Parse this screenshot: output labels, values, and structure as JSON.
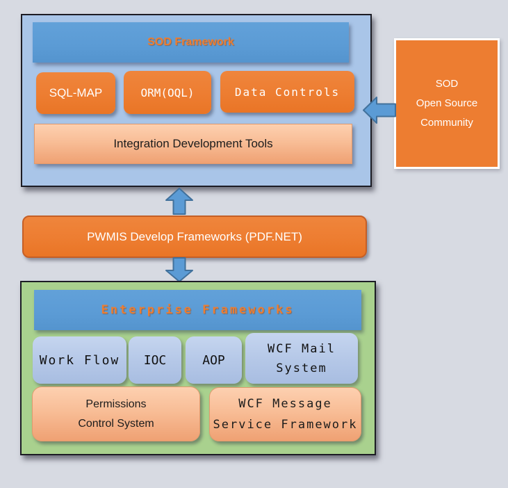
{
  "diagram": {
    "sod_framework": {
      "title": "SOD Framework",
      "sql_map": "SQL-MAP",
      "orm_oql": "ORM(OQL)",
      "data_controls": "Data Controls",
      "integration_tools": "Integration Development Tools"
    },
    "community": {
      "line1": "SOD",
      "line2": "Open Source",
      "line3": "Community"
    },
    "pwmis_label": "PWMIS Develop Frameworks (PDF.NET)",
    "enterprise": {
      "title": "Enterprise Frameworks",
      "work_flow": "Work Flow",
      "ioc": "IOC",
      "aop": "AOP",
      "wcf_mail_line1": "WCF Mail",
      "wcf_mail_line2": "System",
      "permissions_line1": "Permissions",
      "permissions_line2": "Control System",
      "wcf_message_line1": "WCF Message",
      "wcf_message_line2": "Service Framework"
    },
    "icons": {
      "arrow_up": "arrow-up-icon",
      "arrow_down": "arrow-down-icon",
      "arrow_left": "arrow-left-icon"
    },
    "colors": {
      "background": "#d7dae2",
      "orange": "#ed7d31",
      "orange_border": "#c55f26",
      "blue_header": "#5b9bd5",
      "light_blue_container": "#a9c5e8",
      "light_blue_box": "#b4c7e7",
      "green_container": "#a9d18e",
      "peach_top": "#fdd0b0",
      "peach_bottom": "#efa173",
      "arrow_fill": "#5b9bd5",
      "arrow_stroke": "#41719c",
      "header_text": "#ed7d31"
    }
  }
}
